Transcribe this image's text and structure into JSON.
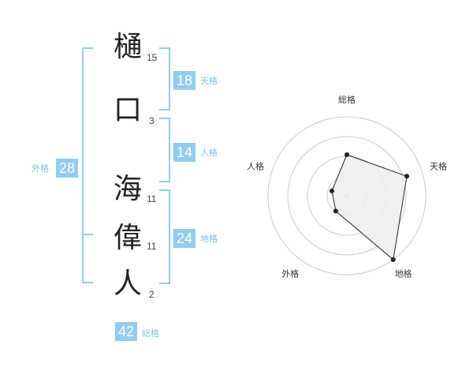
{
  "name": {
    "characters": [
      {
        "char": "樋",
        "strokes": "15"
      },
      {
        "char": "口",
        "strokes": "3"
      },
      {
        "char": "海",
        "strokes": "11"
      },
      {
        "char": "偉",
        "strokes": "11"
      },
      {
        "char": "人",
        "strokes": "2"
      }
    ]
  },
  "scores": {
    "tenkaku": {
      "value": "18",
      "label": "天格"
    },
    "jinkaku": {
      "value": "14",
      "label": "人格"
    },
    "chikaku": {
      "value": "24",
      "label": "地格"
    },
    "gaikaku": {
      "value": "28",
      "label": "外格"
    },
    "soukaku": {
      "value": "42",
      "label": "総格"
    }
  },
  "colors": {
    "accent": "#92cdf0",
    "accent_text": "#7ac2ec",
    "radar_fill": "#efefef",
    "radar_grid": "#cccccc"
  },
  "chart_data": {
    "type": "radar",
    "axes": [
      "総格",
      "天格",
      "地格",
      "外格",
      "人格"
    ],
    "values": [
      2.6,
      4.0,
      5.0,
      1.2,
      1.0
    ],
    "max": 5,
    "rings": 4
  }
}
